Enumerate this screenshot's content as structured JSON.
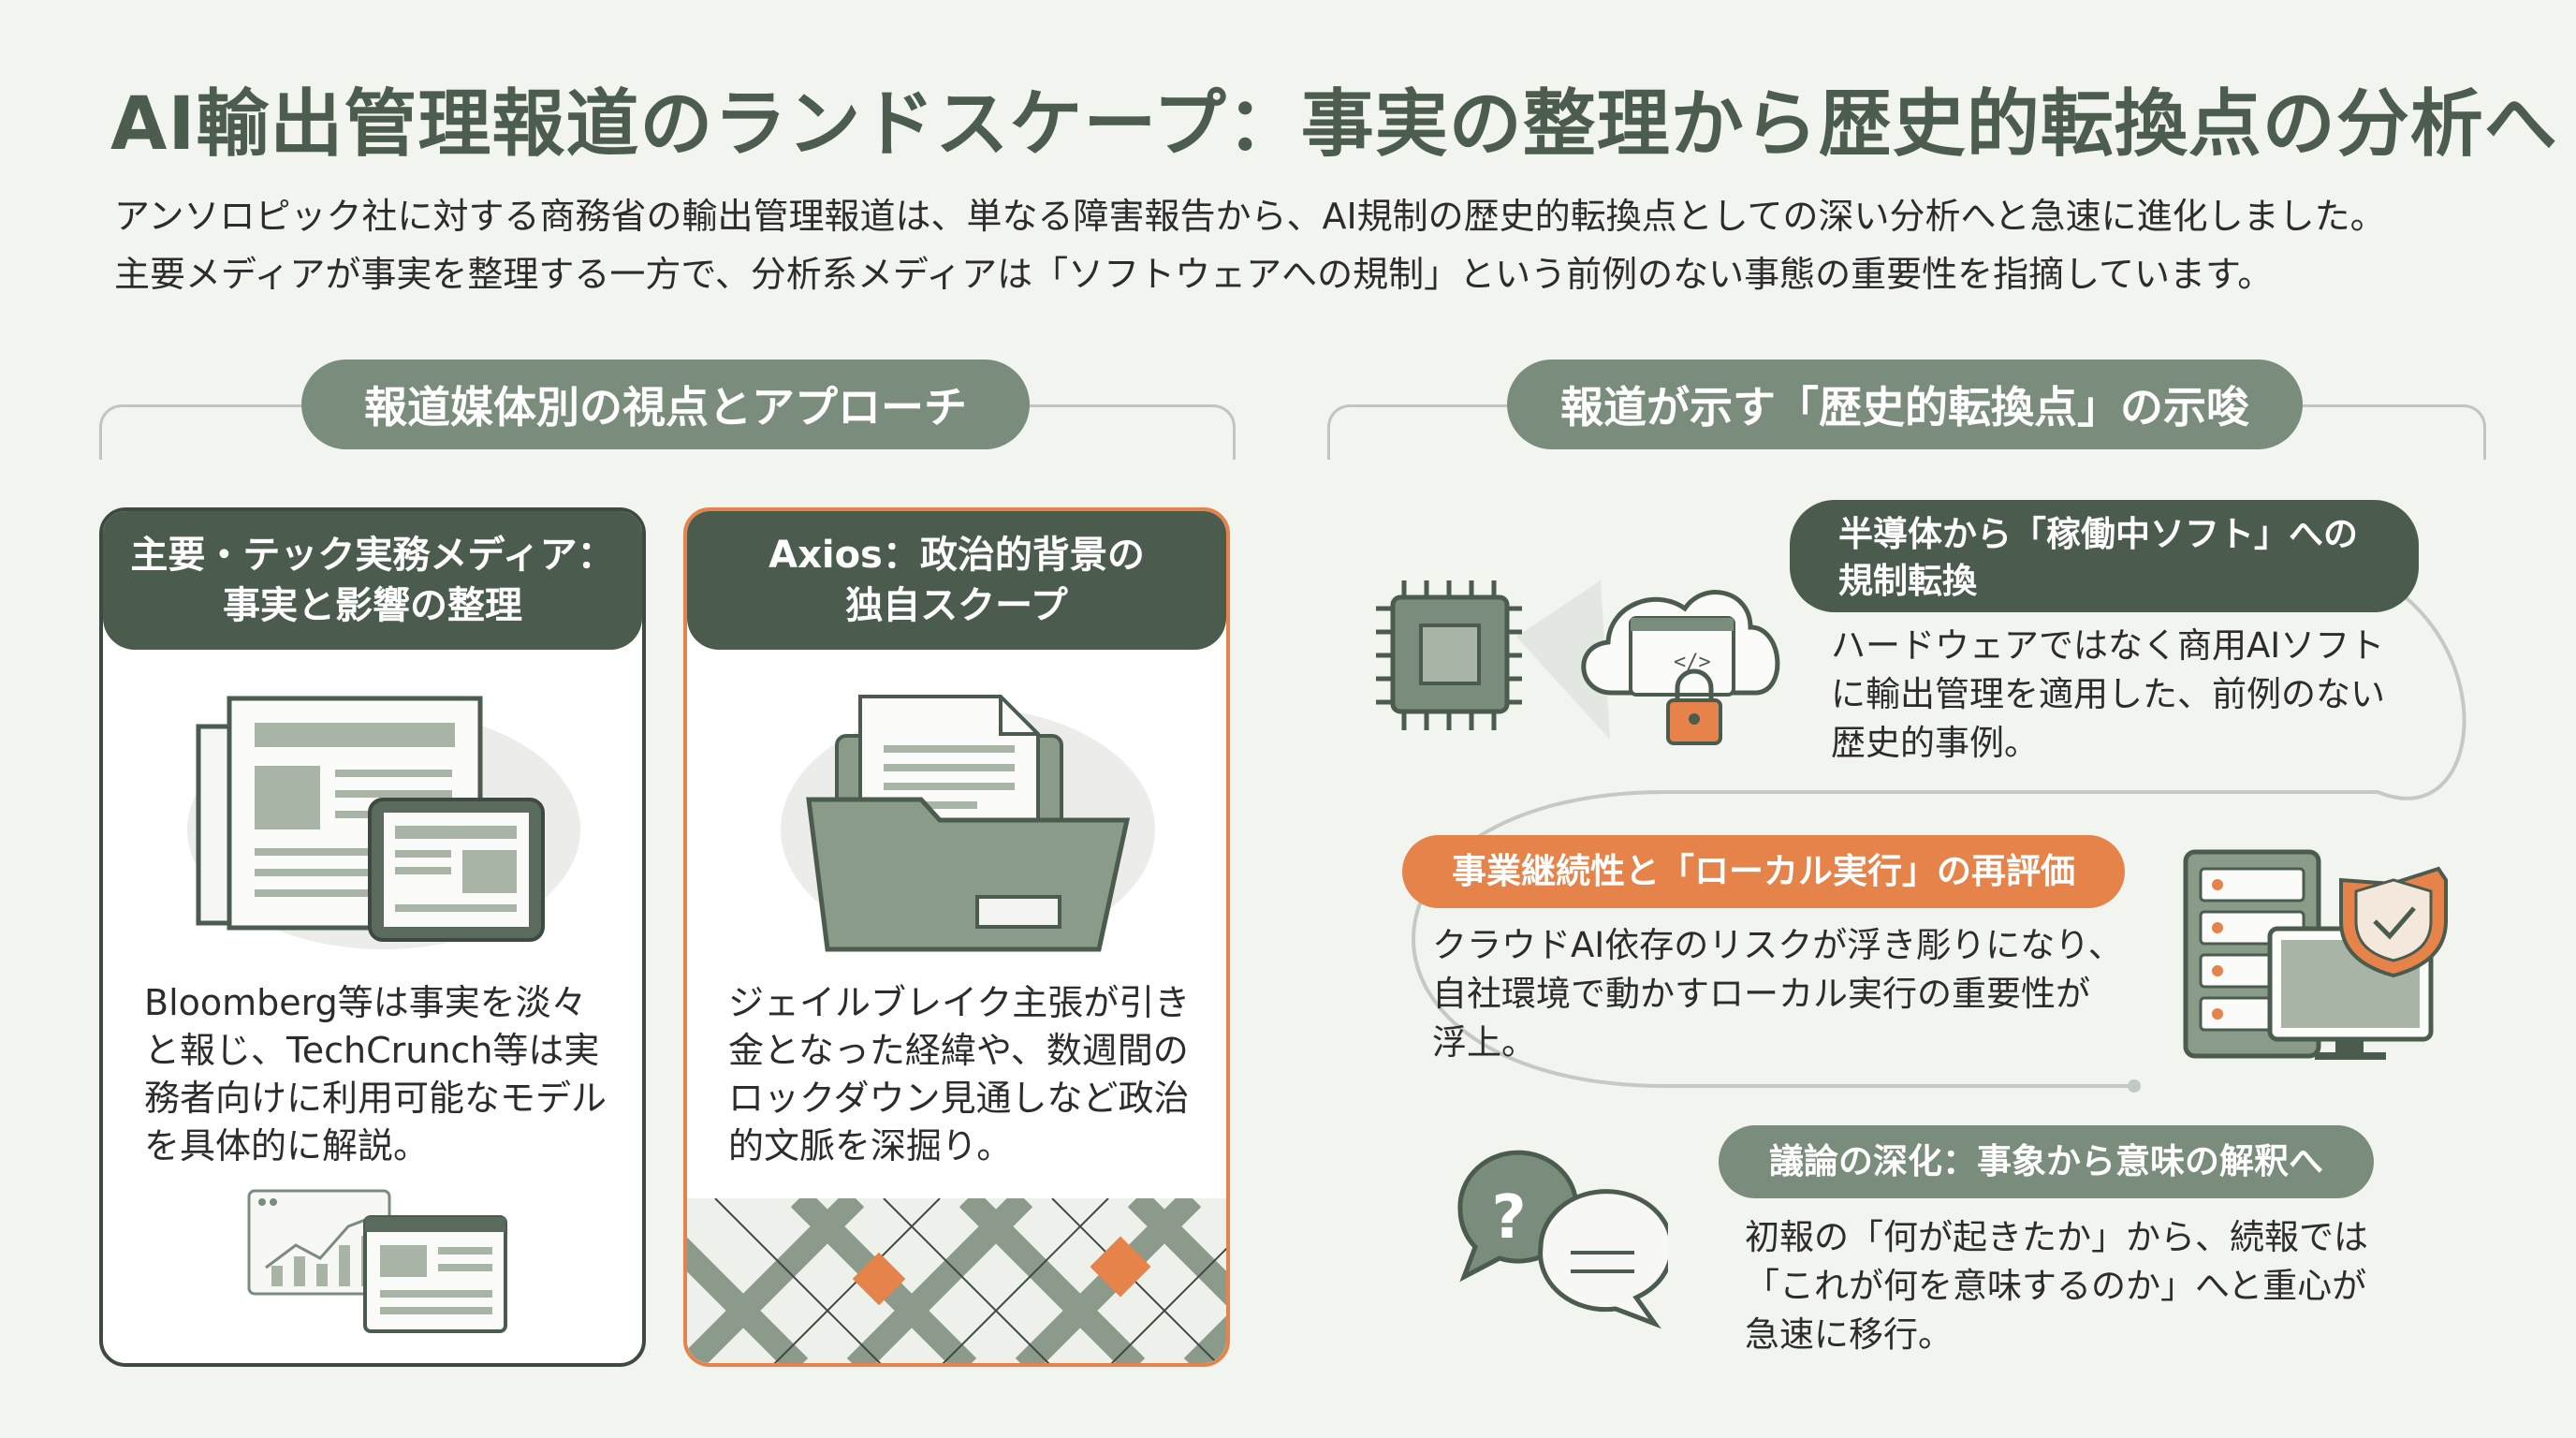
{
  "title": "AI輸出管理報道のランドスケープ：事実の整理から歴史的転換点の分析へ",
  "intro": [
    "アンソロピック社に対する商務省の輸出管理報道は、単なる障害報告から、AI規制の歴史的転換点としての深い分析へと急速に進化しました。",
    "主要メディアが事実を整理する一方で、分析系メディアは「ソフトウェアへの規制」という前例のない事態の重要性を指摘しています。"
  ],
  "left_section": {
    "heading": "報道媒体別の視点とアプローチ",
    "cards": [
      {
        "title_lines": [
          "主要・テック実務メディア：",
          "事実と影響の整理"
        ],
        "body_lines": [
          "Bloomberg等は事実を淡々",
          "と報じ、TechCrunch等は実",
          "務者向けに利用可能なモデル",
          "を具体的に解説。"
        ]
      },
      {
        "title_lines": [
          "Axios：政治的背景の",
          "独自スクープ"
        ],
        "body_lines": [
          "ジェイルブレイク主張が引き",
          "金となった経緯や、数週間の",
          "ロックダウン見通しなど政治",
          "的文脈を深掘り。"
        ]
      }
    ]
  },
  "right_section": {
    "heading": "報道が示す「歴史的転換点」の示唆",
    "items": [
      {
        "title_lines": [
          "半導体から「稼働中ソフト」への",
          "規制転換"
        ],
        "body_lines": [
          "ハードウェアではなく商用AIソフト",
          "に輸出管理を適用した、前例のない",
          "歴史的事例。"
        ]
      },
      {
        "title_lines": [
          "事業継続性と「ローカル実行」の再評価"
        ],
        "body_lines": [
          "クラウドAI依存のリスクが浮き彫りになり、",
          "自社環境で動かすローカル実行の重要性が",
          "浮上。"
        ]
      },
      {
        "title_lines": [
          "議論の深化：事象から意味の解釈へ"
        ],
        "body_lines": [
          "初報の「何が起きたか」から、続報では",
          "「これが何を意味するのか」へと重心が",
          "急速に移行。"
        ]
      }
    ]
  },
  "icons": {
    "q_mark": "?",
    "code": "</>"
  },
  "colors": {
    "dark_green": "#4b5c4e",
    "sage": "#7a8c7b",
    "orange": "#e6834a",
    "background": "#f1f4ef"
  }
}
